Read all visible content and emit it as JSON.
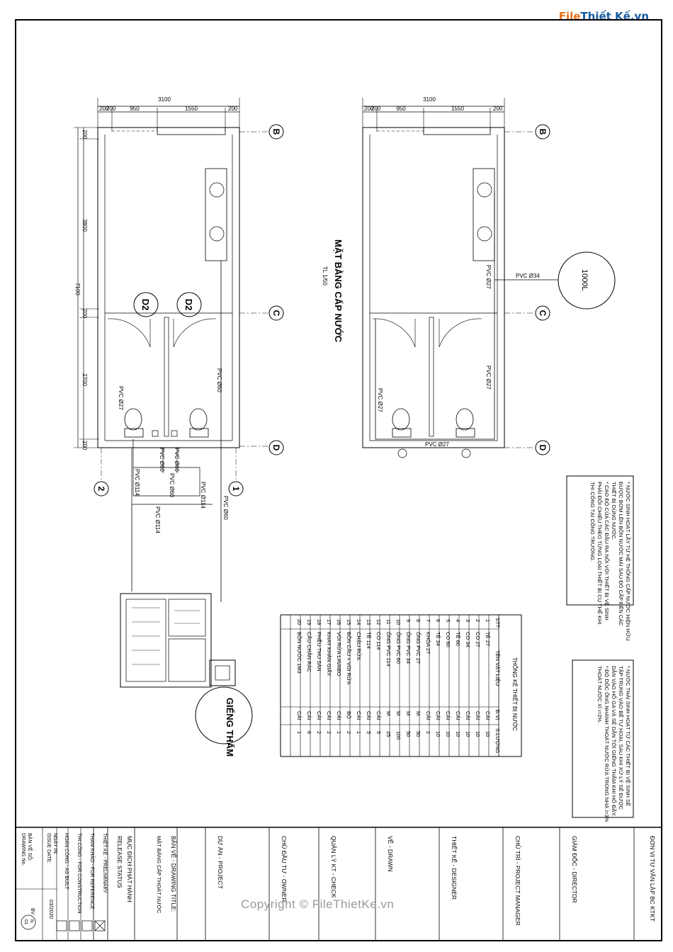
{
  "logo": {
    "brand": "File",
    "rest": "Thiết Kế.vn"
  },
  "watermark": "Copyright © FileThietKe.vn",
  "dims": {
    "total": "3100",
    "a": "200",
    "b": "200",
    "c": "950",
    "d": "1550",
    "e": "200",
    "h_total": "7100",
    "h1": "3800",
    "h2": "2700",
    "h3": "200",
    "h4": "200",
    "h5": "200"
  },
  "grids": {
    "B": "B",
    "C": "C",
    "D": "D",
    "g1": "1",
    "g2": "2"
  },
  "doors": {
    "d1": "D2",
    "d2": "D2"
  },
  "plan_title": "MẶT BẰNG CẤP NƯỚC",
  "plan_scale": "TL 1/50",
  "pipes": {
    "p27": "PVC Ø27",
    "p34": "PVC Ø34",
    "p60": "PVC Ø60",
    "p114": "PVC Ø114"
  },
  "tank": "1000L",
  "well": "GIẾNG THẤM",
  "note1": [
    "* NƯỚC SINH HOẠT LẤY TỪ HỆ THỐNG CẤP NƯỚC HIỆN HỮU",
    "ĐƯỢC BƠM LÊN BỒN NƯỚC MÁI SAU ĐÓ CẤP ĐẾN CÁC",
    "THIẾT BỊ DÙNG NƯỚC.",
    "* CAO ĐỘ CỦA CÁC ĐẦU RA NỐI VỚI THIẾT BỊ VỆ SINH",
    "PHẢI ĐỐI CHIẾU THEO TỪNG LOẠI THIẾT BỊ CỤ THỂ KHI",
    "THI CÔNG TẠI CÔNG TRƯỜNG."
  ],
  "note2": [
    "* NƯỚC THẢI SINH HOẠT TỪ CÁC THIẾT BỊ VỆ SINH SẼ",
    "TẬP TRUNG VÀO BỂ TỰ HOẠI, SAU KHI XỬ LÝ SẼ ĐƯỢC",
    "DẪN VÀO HỐ GA VÀ SẼ DẪN TỚI GIẾNG THẤM KHI HỐ ĐẦY.",
    "* ĐỘ DỐC ỐNG NHÁNH THOÁT NƯỚC RỬA TRONG NHÀ i=3%",
    "THOÁT NƯỚC XÍ i=2%."
  ],
  "table": {
    "title": "THỐNG KÊ THIẾT BỊ NƯỚC",
    "headers": [
      "STT",
      "TÊN VẬT LIỆU",
      "Đ.VỊ",
      "S.LƯỢNG"
    ],
    "rows": [
      [
        "1",
        "TÊ 27",
        "CÁI",
        "10"
      ],
      [
        "2",
        "CO 27",
        "CÁI",
        "10"
      ],
      [
        "3",
        "CO 34",
        "CÁI",
        "10"
      ],
      [
        "4",
        "TÊ 60",
        "CÁI",
        "10"
      ],
      [
        "5",
        "CO 60",
        "CÁI",
        "10"
      ],
      [
        "6",
        "TÊ 34",
        "CÁI",
        "10"
      ],
      [
        "7",
        "KHÓA 27",
        "CÁI",
        "2"
      ],
      [
        "8",
        "ỐNG PVC 27",
        "M",
        "50"
      ],
      [
        "9",
        "ỐNG PVC 34",
        "M",
        "50"
      ],
      [
        "10",
        "ỐNG PVC 60",
        "M",
        "100"
      ],
      [
        "11",
        "ỐNG PVC 114",
        "M",
        "25"
      ],
      [
        "12",
        "CO 114",
        "CÁI",
        "5"
      ],
      [
        "13",
        "TÊ 114",
        "CÁI",
        "5"
      ],
      [
        "14",
        "CHẬU RỬA",
        "CÁI",
        "1"
      ],
      [
        "15",
        "BỒN CẦU + VÒI RỬA",
        "BỘ",
        "2"
      ],
      [
        "16",
        "VÒI RỬA LAVABO",
        "CÁI",
        "1"
      ],
      [
        "17",
        "KHAY KHĂN GIẤY",
        "CÁI",
        "2"
      ],
      [
        "18",
        "PHỄU THU SÀN",
        "CÁI",
        "2"
      ],
      [
        "19",
        "CẦU CHẮN RÁC",
        "CÁI",
        "6"
      ],
      [
        "20",
        "BỒN NƯỚC 1M3",
        "CÁI",
        "1"
      ]
    ]
  },
  "tb": {
    "company": "ĐƠN VỊ TƯ VẤN LẬP BC KTKT",
    "director": "GIÁM ĐỐC - DIRECTOR",
    "pm": "CHỦ TRÌ - PROJECT MANAGER",
    "designer": "THIẾT KẾ - DESIGNER",
    "drawn": "VẼ - DRAWN",
    "check": "QUẢN LÝ KT - CHECK",
    "owner": "CHỦ ĐẦU TƯ - OWNER",
    "project": "DỰ ÁN - PROJECT",
    "dtitle": "BẢN VẼ - DRAWING TITLE:",
    "dtitle_val": "MẶT BẰNG CẤP THOÁT NƯỚC",
    "purpose": "MỤC ĐÍCH PHÁT HÀNH",
    "release": "RELEASE STATUS",
    "s1": "THIẾT KẾ - PRELIMINARY",
    "s2": "THAM KHẢO - FOR REFERENCE",
    "s3": "THI CÔNG - FOR CONSTRUCTION",
    "s4": "HOÀN CÔNG - AS BUILT",
    "date_label": "NGÀY IN:",
    "date_label2": "ISSUE DATE:",
    "date": "03/2020",
    "no_label": "BẢN VẼ SỐ:",
    "no_label2": "DRAWING No.",
    "no_prefix": "BV",
    "no_n": "N",
    "no_num": "01"
  }
}
